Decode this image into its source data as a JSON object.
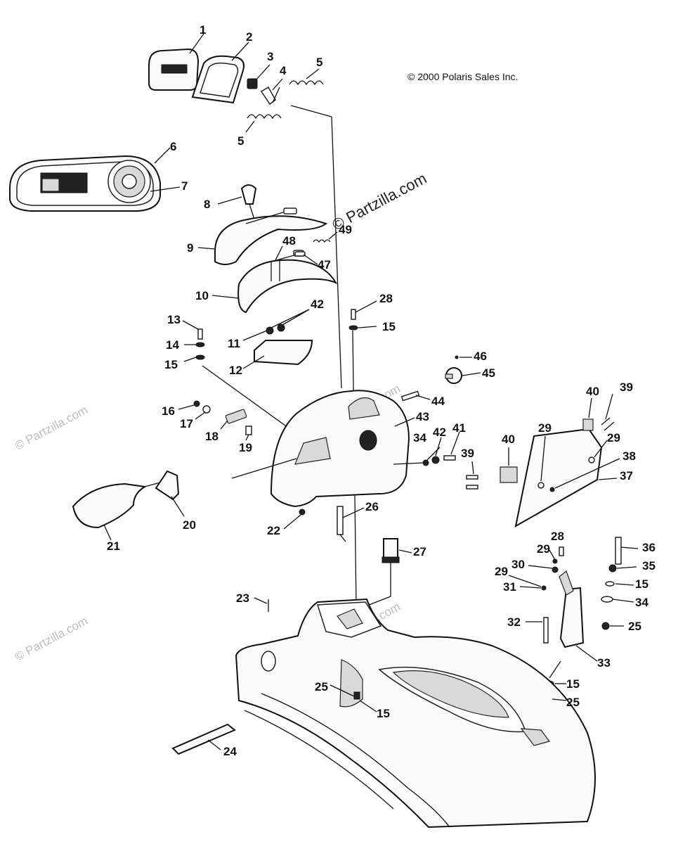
{
  "copyright": "© 2000 Polaris Sales Inc.",
  "watermark": "© Partzilla.com",
  "callouts": {
    "c1": "1",
    "c2": "2",
    "c3": "3",
    "c4": "4",
    "c5a": "5",
    "c5b": "5",
    "c6": "6",
    "c7": "7",
    "c8": "8",
    "c9": "9",
    "c10": "10",
    "c11": "11",
    "c12": "12",
    "c13": "13",
    "c14": "14",
    "c15a": "15",
    "c15b": "15",
    "c15c": "15",
    "c15d": "15",
    "c15e": "15",
    "c16": "16",
    "c17": "17",
    "c18": "18",
    "c19": "19",
    "c20": "20",
    "c21": "21",
    "c22": "22",
    "c23": "23",
    "c24": "24",
    "c25a": "25",
    "c25b": "25",
    "c25c": "25",
    "c26": "26",
    "c27": "27",
    "c28a": "28",
    "c28b": "28",
    "c29a": "29",
    "c29b": "29",
    "c29c": "29",
    "c29d": "29",
    "c30": "30",
    "c31": "31",
    "c32": "32",
    "c33": "33",
    "c34a": "34",
    "c34b": "34",
    "c35": "35",
    "c36": "36",
    "c37": "37",
    "c38": "38",
    "c39a": "39",
    "c39b": "39",
    "c40a": "40",
    "c40b": "40",
    "c41": "41",
    "c42a": "42",
    "c42b": "42",
    "c43": "43",
    "c44": "44",
    "c45": "45",
    "c46": "46",
    "c47": "47",
    "c48": "48",
    "c49": "49"
  }
}
